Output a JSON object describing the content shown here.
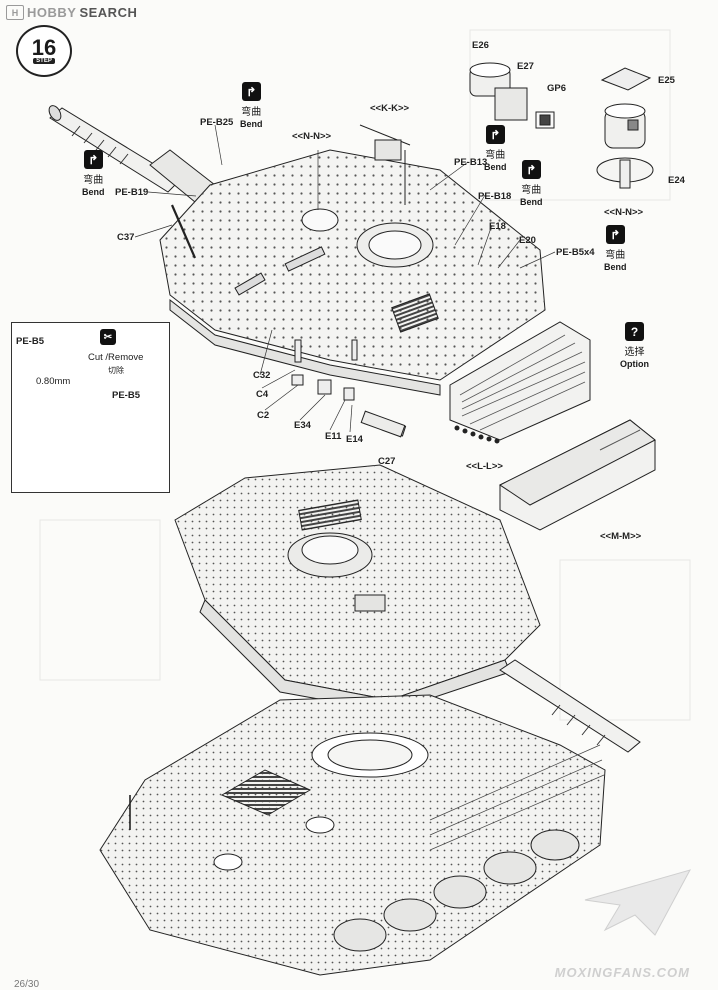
{
  "header": {
    "logo_part1": "HOBBY",
    "logo_part2": "SEARCH"
  },
  "step": {
    "number": "16",
    "label": "STEP"
  },
  "bend_labels": {
    "cn": "弯曲",
    "en": "Bend"
  },
  "option_labels": {
    "cn": "选择",
    "en": "Option",
    "icon": "?"
  },
  "inset": {
    "part": "PE-B5",
    "action": "Cut /Remove",
    "action_cn": "切除",
    "measure": "0.80mm",
    "part2": "PE-B5"
  },
  "section_labels": {
    "kk": "<<K-K>>",
    "nn_top": "<<N-N>>",
    "nn_right": "<<N-N>>",
    "ll": "<<L-L>>",
    "mm": "<<M-M>>"
  },
  "parts": {
    "pe_b25": "PE-B25",
    "pe_b19": "PE-B19",
    "c37": "C37",
    "c32": "C32",
    "c4": "C4",
    "c2": "C2",
    "e34": "E34",
    "e11": "E11",
    "e14": "E14",
    "c27": "C27",
    "e26": "E26",
    "e27": "E27",
    "gp6": "GP6",
    "e25": "E25",
    "e24": "E24",
    "pe_b13": "PE-B13",
    "pe_b18": "PE-B18",
    "e18": "E18",
    "e20": "E20",
    "pe_b5x4": "PE-B5x4"
  },
  "watermark": "MOXINGFANS.COM",
  "page_number": "26/30"
}
